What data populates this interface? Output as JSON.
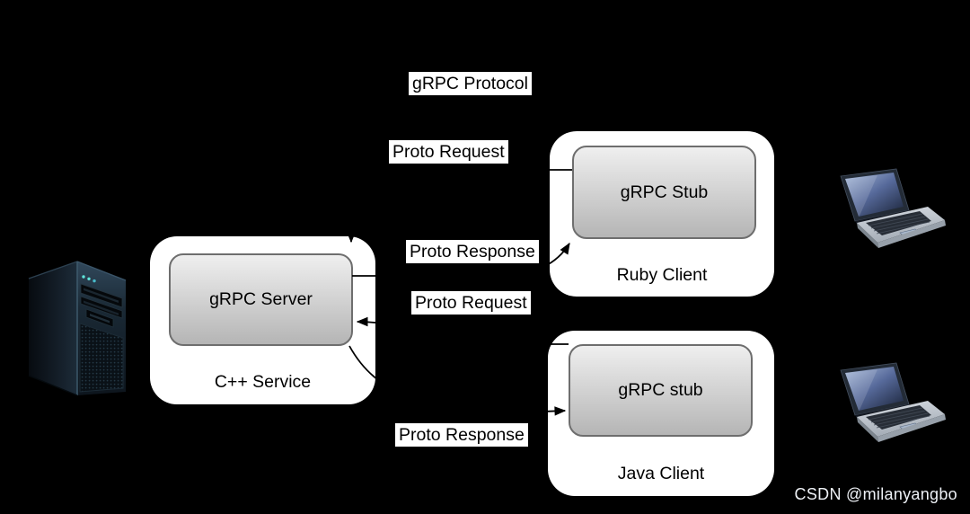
{
  "diagram": {
    "protocol_label": "gRPC Protocol",
    "flows": {
      "ruby_request_label": "Proto Request",
      "ruby_response_label": "Proto Response",
      "java_request_label": "Proto Request",
      "java_response_label": "Proto Response"
    },
    "nodes": {
      "cpp_service": {
        "container_label": "C++ Service",
        "inner_label": "gRPC Server"
      },
      "ruby_client": {
        "container_label": "Ruby Client",
        "inner_label": "gRPC Stub"
      },
      "java_client": {
        "container_label": "Java Client",
        "inner_label": "gRPC stub"
      }
    },
    "icons": {
      "server_tower": "server-tower-icon",
      "ruby_laptop": "laptop-icon",
      "java_laptop": "laptop-icon"
    }
  },
  "watermark": {
    "text": "CSDN @milanyangbo"
  },
  "colors": {
    "background": "#000000",
    "container_fill": "#ffffff",
    "inner_box_gradient_top": "#efefef",
    "inner_box_gradient_bottom": "#b5b5b5",
    "inner_box_border": "#6e6e6e",
    "connector": "#000000",
    "label_background": "#ffffff",
    "label_text": "#000000",
    "watermark_color": "#eef1f6",
    "laptop_screen_blue": "#56699a",
    "server_tower_led_teal": "#5fe3d9"
  }
}
